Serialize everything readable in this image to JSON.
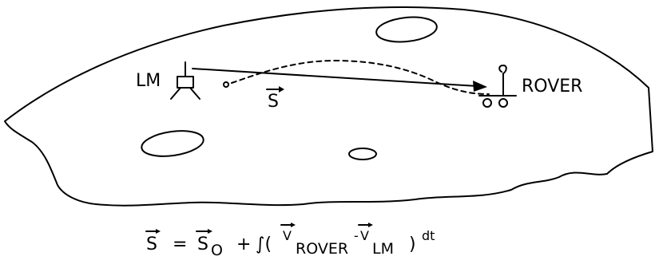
{
  "labels": {
    "lm": "LM",
    "rover": "ROVER",
    "vector_s": "S"
  },
  "equation": {
    "lhs": "S",
    "equals": "=",
    "s0_base": "S",
    "s0_sub": "O",
    "plus": "+",
    "integral_open": "∫(",
    "v_rover": "V",
    "v_rover_sub": "ROVER",
    "minus": "-",
    "v_lm": "V",
    "v_lm_sub": "LM",
    "close_paren": ")",
    "dt": "dt"
  }
}
